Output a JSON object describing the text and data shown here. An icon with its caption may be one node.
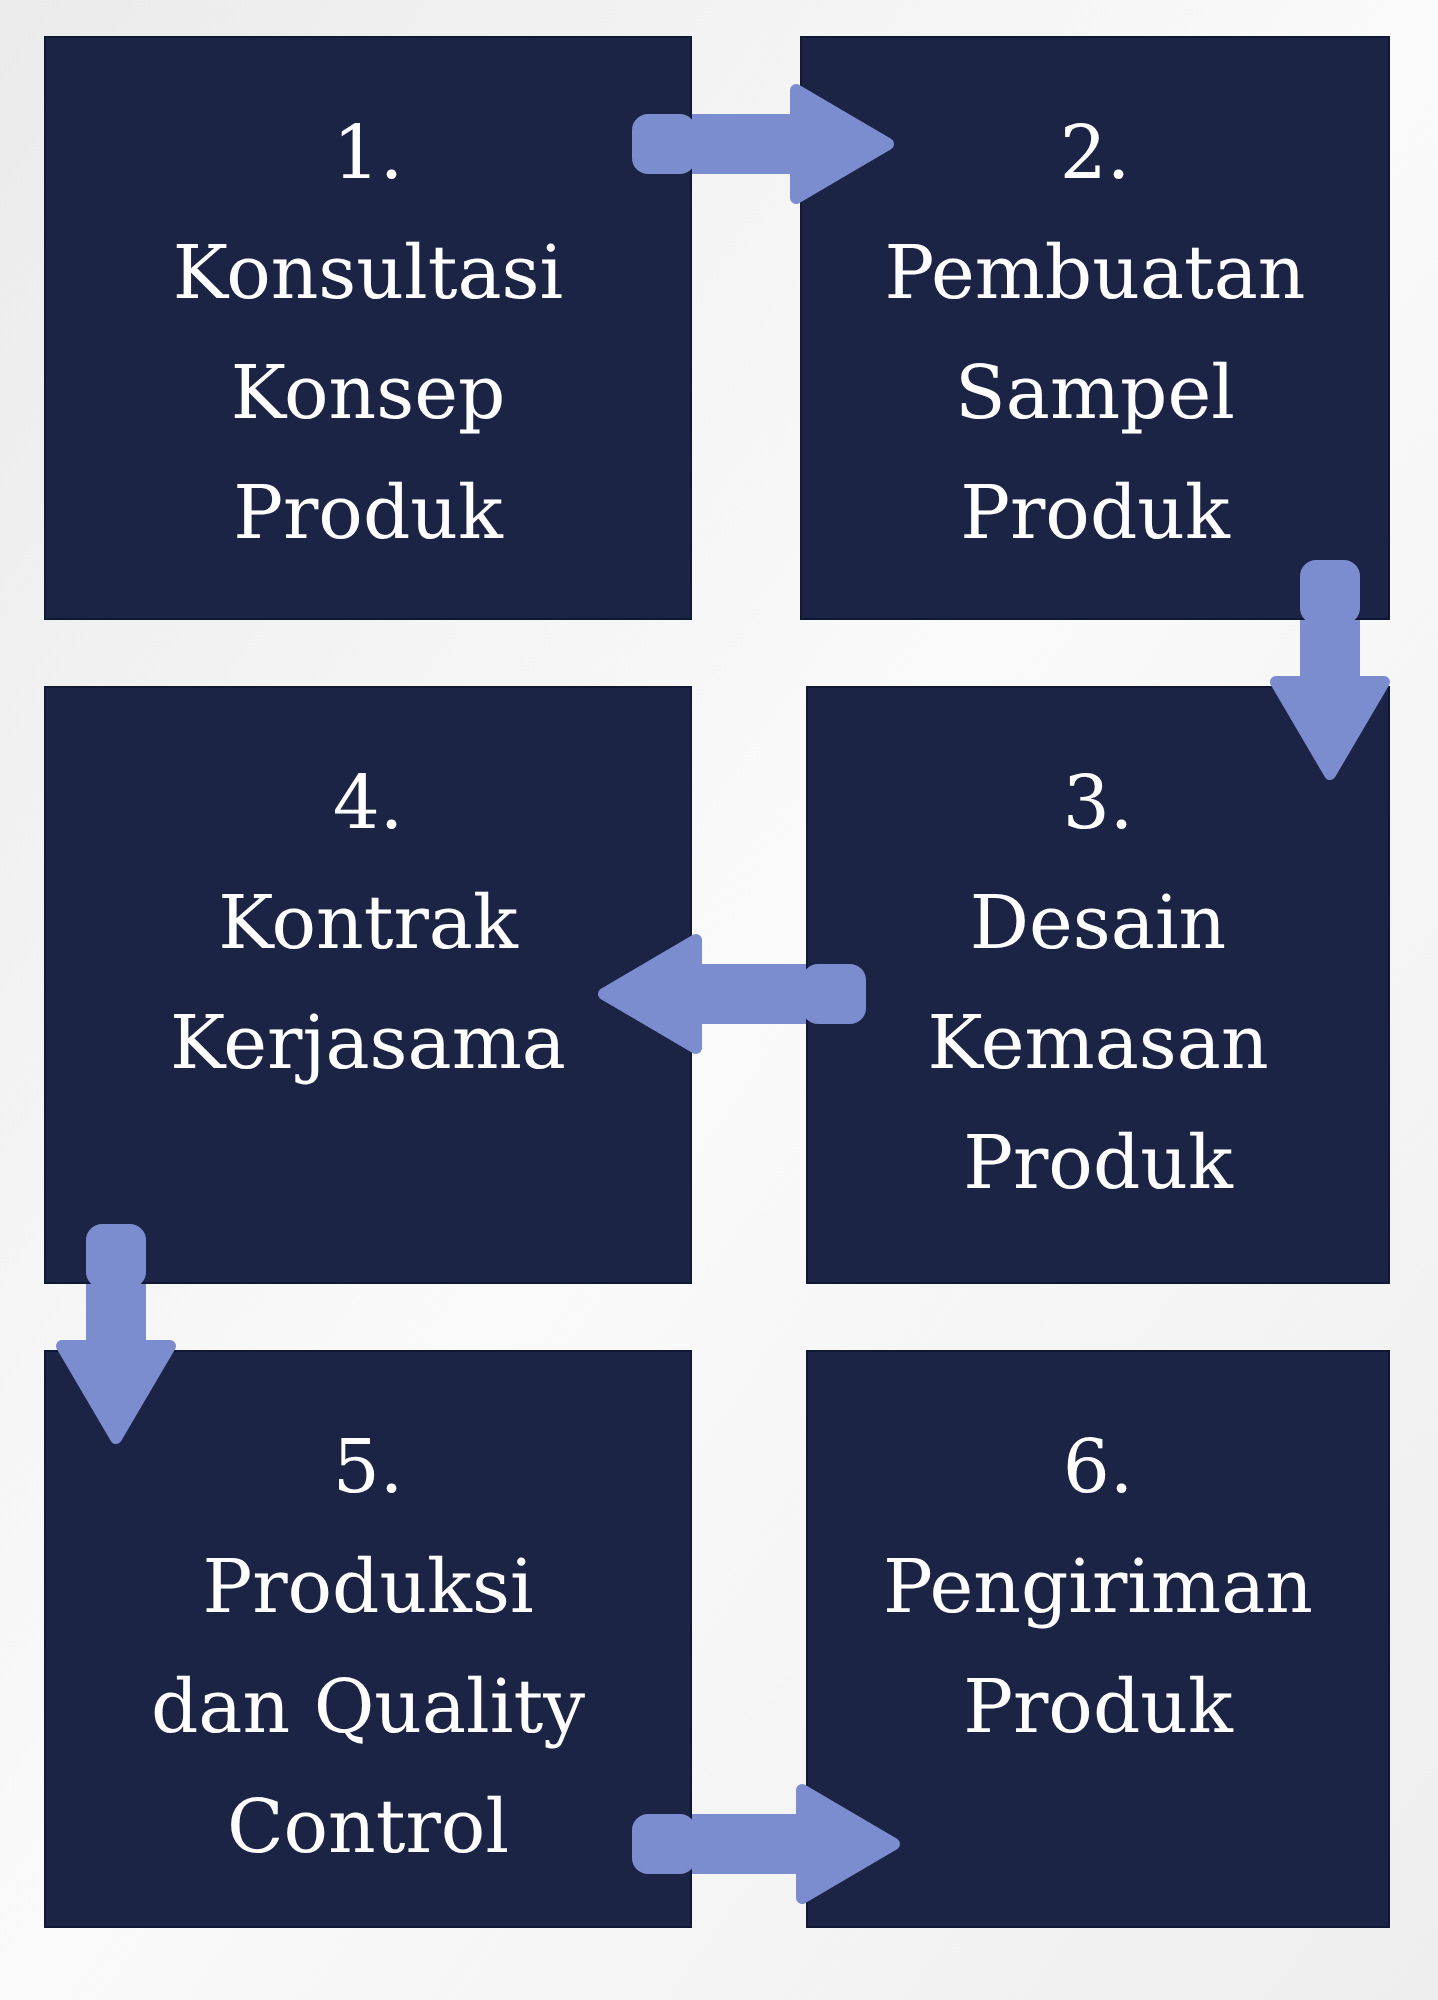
{
  "diagram": {
    "nodes": [
      {
        "text": [
          "1.",
          "Konsultasi Konsep Produk"
        ]
      },
      {
        "text": [
          "2.",
          "Pembuatan Sampel Produk"
        ]
      },
      {
        "text": [
          "3.",
          "Desain Kemasan Produk"
        ]
      },
      {
        "text": [
          "4.",
          "Kontrak Kerjasama"
        ]
      },
      {
        "text": [
          "5.",
          "Produksi dan Quality Control"
        ]
      },
      {
        "text": [
          "6.",
          "Pengiriman Produk"
        ]
      }
    ],
    "edges": [
      {
        "from": 0,
        "to": 1,
        "arrow": "to"
      },
      {
        "from": 1,
        "to": 2,
        "arrow": "to"
      },
      {
        "from": 2,
        "to": 3,
        "arrow": "to"
      },
      {
        "from": 3,
        "to": 4,
        "arrow": "to"
      },
      {
        "from": 4,
        "to": 5,
        "arrow": "to"
      }
    ]
  }
}
